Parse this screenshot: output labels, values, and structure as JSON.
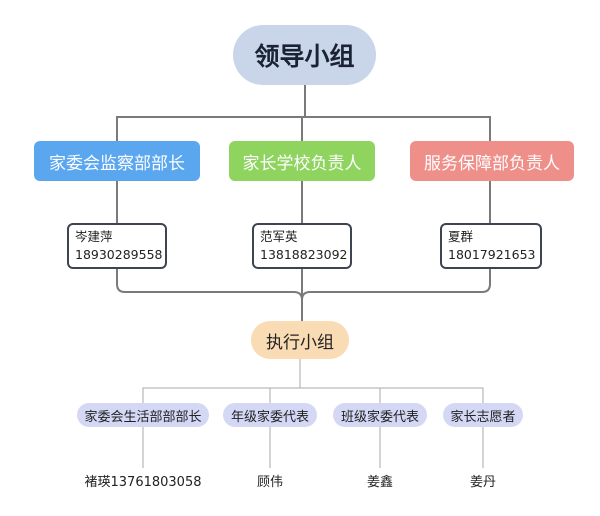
{
  "root": {
    "title": "领导小组"
  },
  "departments": [
    {
      "label": "家委会监察部部长",
      "person": "岑建萍",
      "phone": "18930289558",
      "color": "#5aa6ef"
    },
    {
      "label": "家长学校负责人",
      "person": "范军英",
      "phone": "13818823092",
      "color": "#8fd45f"
    },
    {
      "label": "服务保障部负责人",
      "person": "夏群",
      "phone": "18017921653",
      "color": "#ef8f8a"
    }
  ],
  "execution_group": {
    "title": "执行小组"
  },
  "sub_groups": [
    {
      "label": "家委会生活部部部长",
      "member": "褚瑛13761803058"
    },
    {
      "label": "年级家委代表",
      "member": "顾伟"
    },
    {
      "label": "班级家委代表",
      "member": "姜鑫"
    },
    {
      "label": "家长志愿者",
      "member": "姜丹"
    }
  ],
  "colors": {
    "root": "#c9d5e8",
    "execution": "#f9dbb4",
    "sub_group": "#d4d8f5",
    "connector": "#7a7a7a"
  }
}
